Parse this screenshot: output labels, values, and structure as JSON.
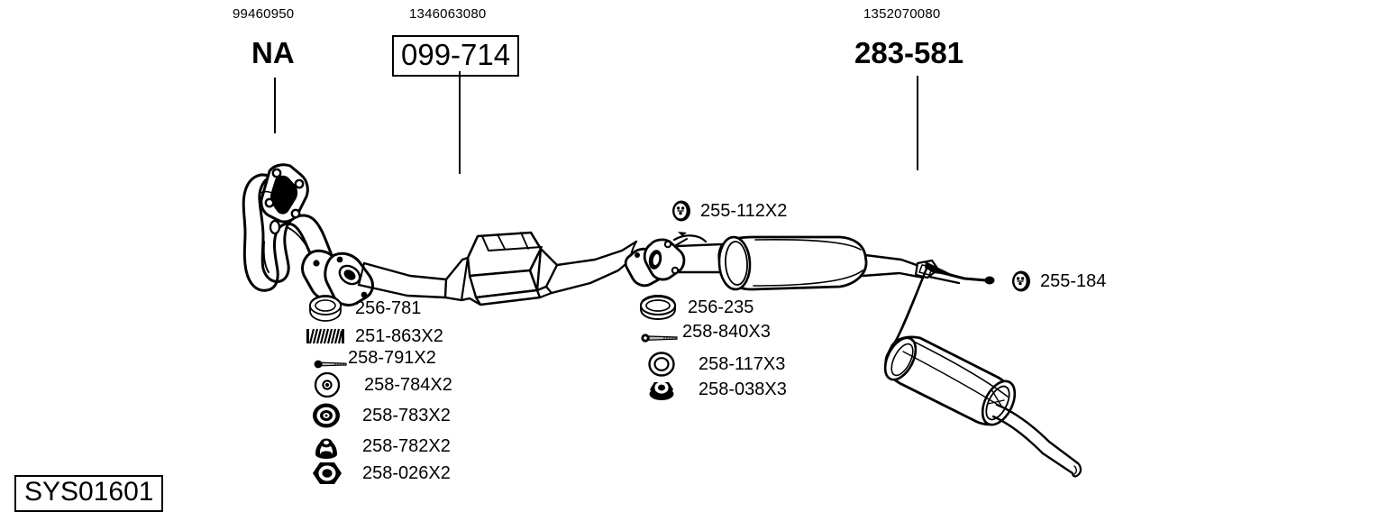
{
  "diagram": {
    "system_code": "SYS01601",
    "title_groups": [
      {
        "code": "99460950",
        "ref": "NA",
        "boxed": false,
        "bold": true
      },
      {
        "code": "1346063080",
        "ref": "099-714",
        "boxed": true,
        "bold": false
      },
      {
        "code": "1352070080",
        "ref": "283-581",
        "boxed": false,
        "bold": true
      }
    ],
    "callouts": [
      {
        "label": "255-112X2",
        "icon": "rubber-mount-icon"
      },
      {
        "label": "255-184",
        "icon": "rubber-mount-icon"
      }
    ],
    "front_parts": [
      {
        "label": "256-781",
        "icon": "gasket-ring-icon"
      },
      {
        "label": "251-863X2",
        "icon": "spring-icon"
      },
      {
        "label": "258-791X2",
        "icon": "bolt-icon"
      },
      {
        "label": "258-784X2",
        "icon": "washer-icon"
      },
      {
        "label": "258-783X2",
        "icon": "thick-washer-icon"
      },
      {
        "label": "258-782X2",
        "icon": "dome-nut-icon"
      },
      {
        "label": "258-026X2",
        "icon": "hex-nut-icon"
      }
    ],
    "mid_parts": [
      {
        "label": "256-235",
        "icon": "gasket-ring-icon"
      },
      {
        "label": "258-840X3",
        "icon": "bolt-icon"
      },
      {
        "label": "258-117X3",
        "icon": "washer-ring-icon"
      },
      {
        "label": "258-038X3",
        "icon": "flange-nut-icon"
      }
    ],
    "components": [
      {
        "name": "exhaust-manifold"
      },
      {
        "name": "catalytic-converter"
      },
      {
        "name": "center-muffler"
      },
      {
        "name": "rear-muffler"
      },
      {
        "name": "tailpipe"
      },
      {
        "name": "exhaust-hanger"
      }
    ],
    "colors": {
      "line": "#000000",
      "fill": "#ffffff",
      "background": "#ffffff"
    }
  }
}
